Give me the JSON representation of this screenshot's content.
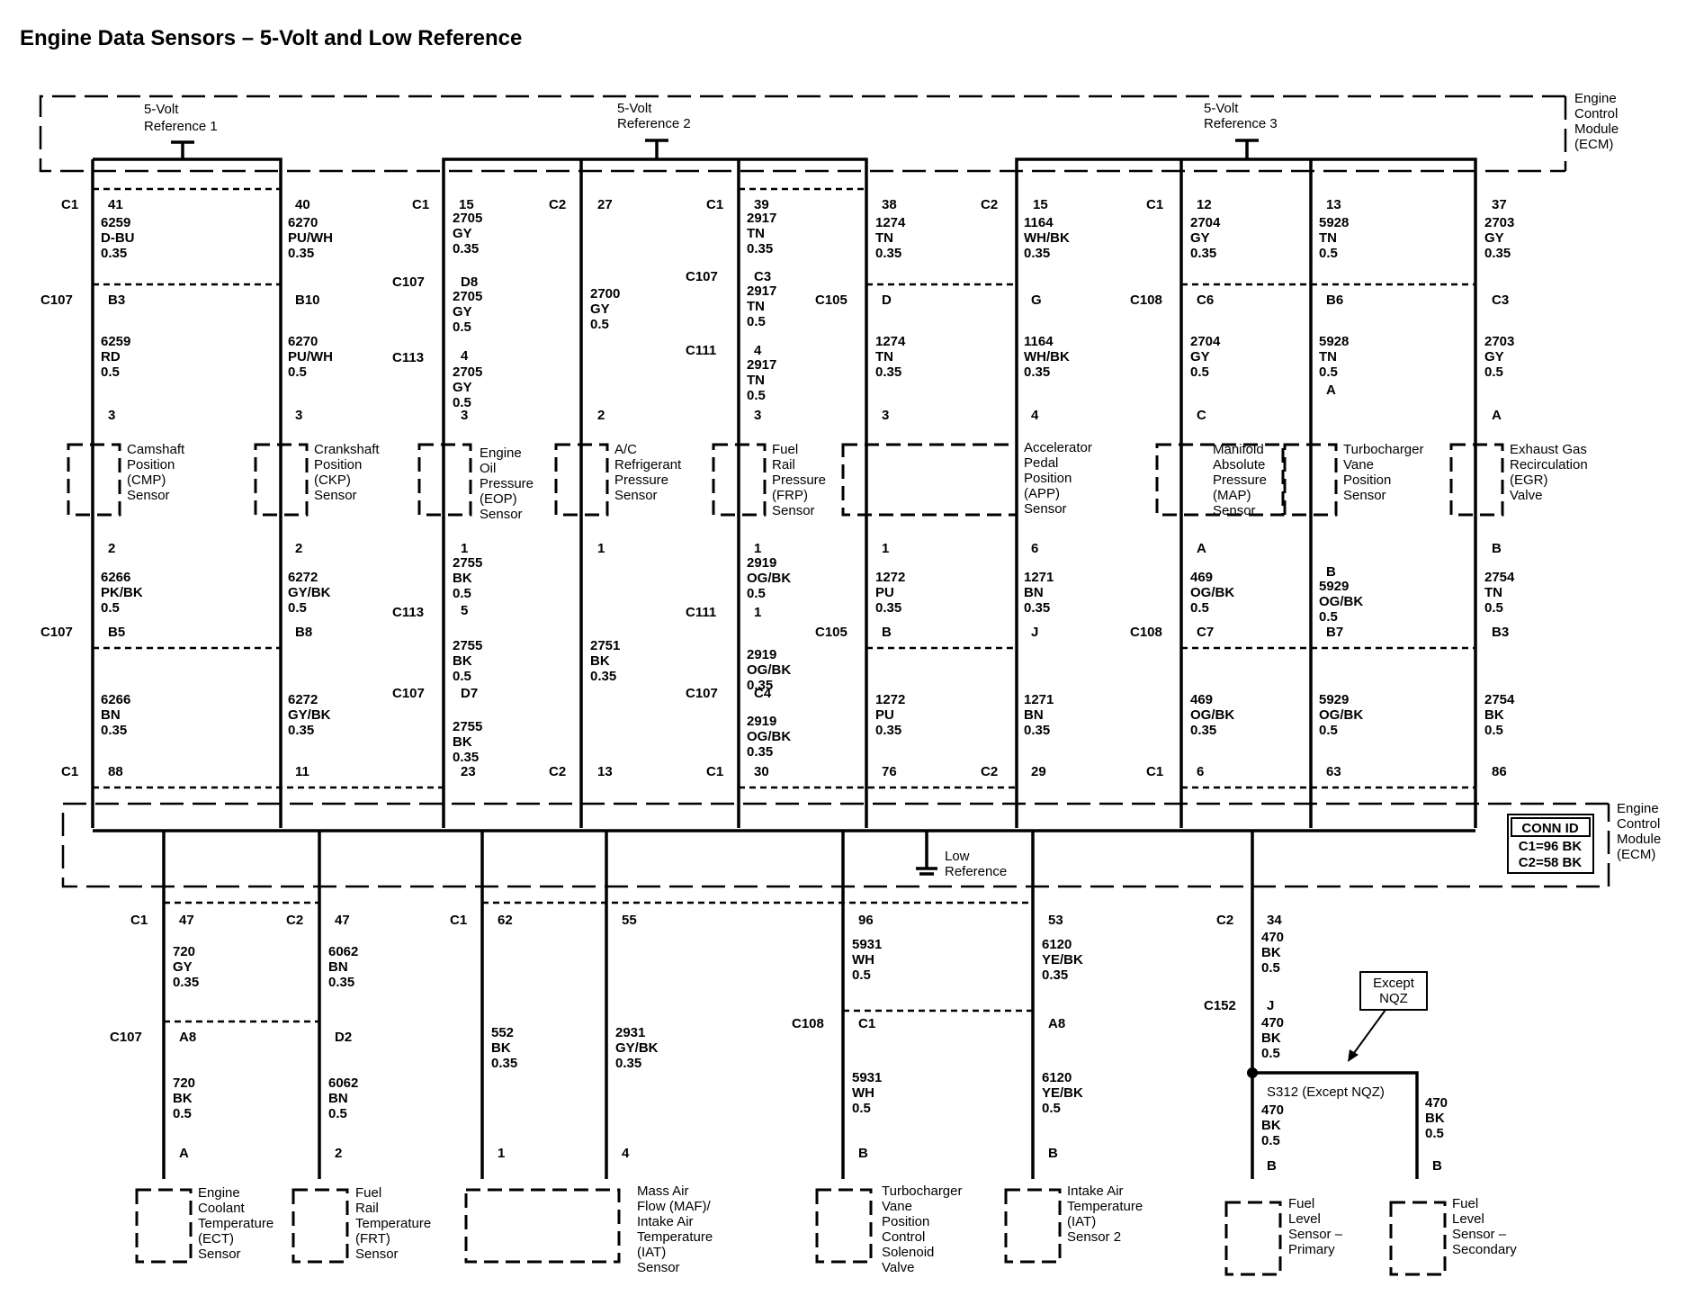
{
  "title": "Engine Data Sensors – 5-Volt and Low Reference",
  "ecm_top": {
    "label": [
      "Engine",
      "Control",
      "Module",
      "(ECM)"
    ]
  },
  "ecm_bottom": {
    "label": [
      "Engine",
      "Control",
      "Module",
      "(ECM)"
    ],
    "conn_id": {
      "title": "CONN ID",
      "rows": [
        "C1=96 BK",
        "C2=58 BK"
      ]
    }
  },
  "refs": [
    {
      "id": "ref1",
      "lines": [
        "5-Volt",
        "Reference 1"
      ]
    },
    {
      "id": "ref2",
      "lines": [
        "5-Volt",
        "Reference 2"
      ]
    },
    {
      "id": "ref3",
      "lines": [
        "5-Volt",
        "Reference 3"
      ]
    }
  ],
  "low_ref": {
    "lines": [
      "Low",
      "Reference"
    ]
  },
  "splice": {
    "label": "S312 (Except NQZ)",
    "note": [
      "Except",
      "NQZ"
    ]
  },
  "labels": {
    "top_conn": [
      "C1",
      "41",
      "40",
      "C1",
      "15",
      "C2",
      "27",
      "C1",
      "39",
      "38",
      "C2",
      "15",
      "C1",
      "12",
      "13",
      "37"
    ],
    "top_wire": [
      [
        "6259",
        "D-BU",
        "0.35"
      ],
      [
        "6270",
        "PU/WH",
        "0.35"
      ],
      [
        "2705",
        "GY",
        "0.35"
      ],
      [
        "2917",
        "TN",
        "0.35"
      ],
      [
        "1274",
        "TN",
        "0.35"
      ],
      [
        "1164",
        "WH/BK",
        "0.35"
      ],
      [
        "2704",
        "GY",
        "0.35"
      ],
      [
        "5928",
        "TN",
        "0.5"
      ],
      [
        "2703",
        "GY",
        "0.35"
      ]
    ],
    "mid_conn": [
      "C107",
      "B3",
      "B10",
      "C107",
      "D8",
      "C107",
      "C3",
      "C105",
      "D",
      "G",
      "C108",
      "C6",
      "B6",
      "C3",
      "C113",
      "4",
      "C111",
      "4"
    ],
    "mid_wire": [
      [
        "6259",
        "RD",
        "0.5"
      ],
      [
        "6270",
        "PU/WH",
        "0.5"
      ],
      [
        "2705",
        "GY",
        "0.5"
      ],
      [
        "2700",
        "GY",
        "0.5"
      ],
      [
        "2917",
        "TN",
        "0.5"
      ],
      [
        "1274",
        "TN",
        "0.35"
      ],
      [
        "1164",
        "WH/BK",
        "0.35"
      ],
      [
        "2704",
        "GY",
        "0.5"
      ],
      [
        "5928",
        "TN",
        "0.5"
      ],
      [
        "2703",
        "GY",
        "0.5"
      ],
      [
        "2705",
        "GY",
        "0.5"
      ],
      [
        "2917",
        "TN",
        "0.5"
      ]
    ],
    "pin_upper": [
      "3",
      "3",
      "3",
      "2",
      "3",
      "3",
      "4",
      "C",
      "A",
      "A"
    ],
    "sensors": [
      [
        "Camshaft",
        "Position",
        "(CMP)",
        "Sensor"
      ],
      [
        "Crankshaft",
        "Position",
        "(CKP)",
        "Sensor"
      ],
      [
        "Engine",
        "Oil",
        "Pressure",
        "(EOP)",
        "Sensor"
      ],
      [
        "A/C",
        "Refrigerant",
        "Pressure",
        "Sensor"
      ],
      [
        "Fuel",
        "Rail",
        "Pressure",
        "(FRP)",
        "Sensor"
      ],
      [
        "Accelerator",
        "Pedal",
        "Position",
        "(APP)",
        "Sensor"
      ],
      [
        "Manifold",
        "Absolute",
        "Pressure",
        "(MAP)",
        "Sensor"
      ],
      [
        "Turbocharger",
        "Vane",
        "Position",
        "Sensor"
      ],
      [
        "Exhaust Gas",
        "Recirculation",
        "(EGR)",
        "Valve"
      ]
    ],
    "pin_lower": [
      "2",
      "2",
      "1",
      "1",
      "1",
      "1",
      "6",
      "A",
      "B",
      "B"
    ],
    "low_wire": [
      [
        "6266",
        "PK/BK",
        "0.5"
      ],
      [
        "6272",
        "GY/BK",
        "0.5"
      ],
      [
        "2755",
        "BK",
        "0.5"
      ],
      [
        "2919",
        "OG/BK",
        "0.5"
      ],
      [
        "1272",
        "PU",
        "0.35"
      ],
      [
        "1271",
        "BN",
        "0.35"
      ],
      [
        "469",
        "OG/BK",
        "0.5"
      ],
      [
        "5929",
        "OG/BK",
        "0.5"
      ],
      [
        "2754",
        "TN",
        "0.5"
      ]
    ],
    "low_conn": [
      "C107",
      "B5",
      "B8",
      "C113",
      "5",
      "C111",
      "1",
      "C105",
      "B",
      "J",
      "C108",
      "C7",
      "B7",
      "B3",
      "C107",
      "D7",
      "C107",
      "C4"
    ],
    "low_wire2": [
      [
        "6266",
        "BN",
        "0.35"
      ],
      [
        "6272",
        "GY/BK",
        "0.35"
      ],
      [
        "2755",
        "BK",
        "0.5"
      ],
      [
        "2751",
        "BK",
        "0.35"
      ],
      [
        "2919",
        "OG/BK",
        "0.35"
      ],
      [
        "1272",
        "PU",
        "0.35"
      ],
      [
        "1271",
        "BN",
        "0.35"
      ],
      [
        "469",
        "OG/BK",
        "0.35"
      ],
      [
        "5929",
        "OG/BK",
        "0.5"
      ],
      [
        "2754",
        "BK",
        "0.5"
      ],
      [
        "2755",
        "BK",
        "0.35"
      ],
      [
        "2919",
        "OG/BK",
        "0.35"
      ]
    ],
    "bot_conn": [
      "C1",
      "88",
      "11",
      "23",
      "C2",
      "13",
      "C1",
      "30",
      "76",
      "C2",
      "29",
      "C1",
      "6",
      "63",
      "86"
    ],
    "under_conn": [
      "C1",
      "47",
      "C2",
      "47",
      "C1",
      "62",
      "55",
      "96",
      "53",
      "C2",
      "34"
    ],
    "under_wire": [
      [
        "720",
        "GY",
        "0.35"
      ],
      [
        "6062",
        "BN",
        "0.35"
      ],
      [
        "5931",
        "WH",
        "0.5"
      ],
      [
        "6120",
        "YE/BK",
        "0.35"
      ],
      [
        "470",
        "BK",
        "0.5"
      ]
    ],
    "under_mid_conn": [
      "C107",
      "A8",
      "D2",
      "C108",
      "C1",
      "A8",
      "C152",
      "J"
    ],
    "under_wire2": [
      [
        "720",
        "BK",
        "0.5"
      ],
      [
        "6062",
        "BN",
        "0.5"
      ],
      [
        "552",
        "BK",
        "0.35"
      ],
      [
        "2931",
        "GY/BK",
        "0.35"
      ],
      [
        "5931",
        "WH",
        "0.5"
      ],
      [
        "6120",
        "YE/BK",
        "0.5"
      ],
      [
        "470",
        "BK",
        "0.5"
      ],
      [
        "470",
        "BK",
        "0.5"
      ],
      [
        "470",
        "BK",
        "0.5"
      ]
    ],
    "under_pins": [
      "A",
      "2",
      "1",
      "4",
      "B",
      "B",
      "B",
      "B"
    ],
    "under_sensors": [
      [
        "Engine",
        "Coolant",
        "Temperature",
        "(ECT)",
        "Sensor"
      ],
      [
        "Fuel",
        "Rail",
        "Temperature",
        "(FRT)",
        "Sensor"
      ],
      [
        "Mass Air",
        "Flow (MAF)/",
        "Intake Air",
        "Temperature",
        "(IAT)",
        "Sensor"
      ],
      [
        "Turbocharger",
        "Vane",
        "Position",
        "Control",
        "Solenoid",
        "Valve"
      ],
      [
        "Intake Air",
        "Temperature",
        "(IAT)",
        "Sensor 2"
      ],
      [
        "Fuel",
        "Level",
        "Sensor –",
        "Primary"
      ],
      [
        "Fuel",
        "Level",
        "Sensor –",
        "Secondary"
      ]
    ]
  }
}
